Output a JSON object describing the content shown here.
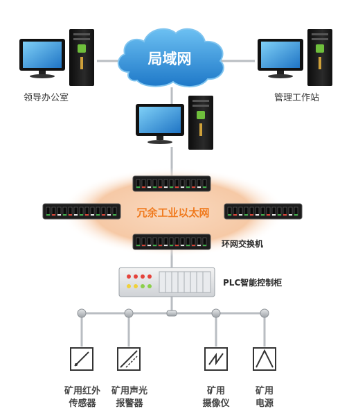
{
  "diagram": {
    "lan_cloud_label": "局域网",
    "ring_label": "冗余工业以太网",
    "nodes": {
      "office": "领导办公室",
      "station": "管理工作站",
      "ring_switch": "环网交换机",
      "plc_cabinet": "PLC智能控制柜"
    },
    "devices": [
      {
        "line1": "矿用红外",
        "line2": "传感器"
      },
      {
        "line1": "矿用声光",
        "line2": "报警器"
      },
      {
        "line1": "矿用",
        "line2": "摄像仪"
      },
      {
        "line1": "矿用",
        "line2": "电源"
      }
    ],
    "colors": {
      "cloud": "#2e8fd6",
      "ring_fill": "#f6c9a6",
      "ring_text": "#f07a1e",
      "switch_body": "#1d1d1d",
      "line": "#b9bdc2"
    }
  }
}
